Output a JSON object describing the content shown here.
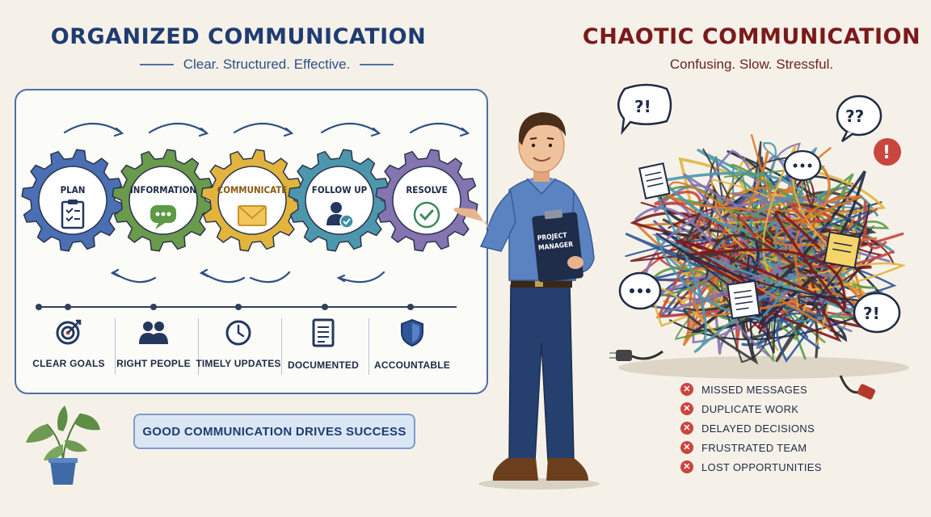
{
  "left": {
    "title": "ORGANIZED COMMUNICATION",
    "subtitle": "Clear. Structured. Effective.",
    "steps": [
      {
        "label": "PLAN",
        "color": "#4a6fb3",
        "icon": "clipboard-checklist-icon"
      },
      {
        "label": "INFORMATION",
        "color": "#6a9a4c",
        "icon": "chat-bubble-icon"
      },
      {
        "label": "COMMUNICATE",
        "color": "#e2b43e",
        "icon": "envelope-icon"
      },
      {
        "label": "FOLLOW UP",
        "color": "#4d97ad",
        "icon": "user-check-icon"
      },
      {
        "label": "RESOLVE",
        "color": "#8474b0",
        "icon": "check-circle-icon"
      }
    ],
    "benefits": [
      {
        "label": "CLEAR GOALS",
        "icon": "target-icon"
      },
      {
        "label": "RIGHT PEOPLE",
        "icon": "people-icon"
      },
      {
        "label": "TIMELY UPDATES",
        "icon": "clock-icon"
      },
      {
        "label": "DOCUMENTED",
        "icon": "document-icon"
      },
      {
        "label": "ACCOUNTABLE",
        "icon": "shield-icon"
      }
    ],
    "banner": "GOOD COMMUNICATION DRIVES SUCCESS"
  },
  "center": {
    "clipboard_line1": "PROJECT",
    "clipboard_line2": "MANAGER"
  },
  "right": {
    "title": "CHAOTIC COMMUNICATION",
    "subtitle": "Confusing. Slow. Stressful.",
    "bubbles": [
      "?!",
      "??",
      "!",
      "?!"
    ],
    "problems": [
      "MISSED MESSAGES",
      "DUPLICATE WORK",
      "DELAYED DECISIONS",
      "FRUSTRATED TEAM",
      "LOST OPPORTUNITIES"
    ]
  }
}
